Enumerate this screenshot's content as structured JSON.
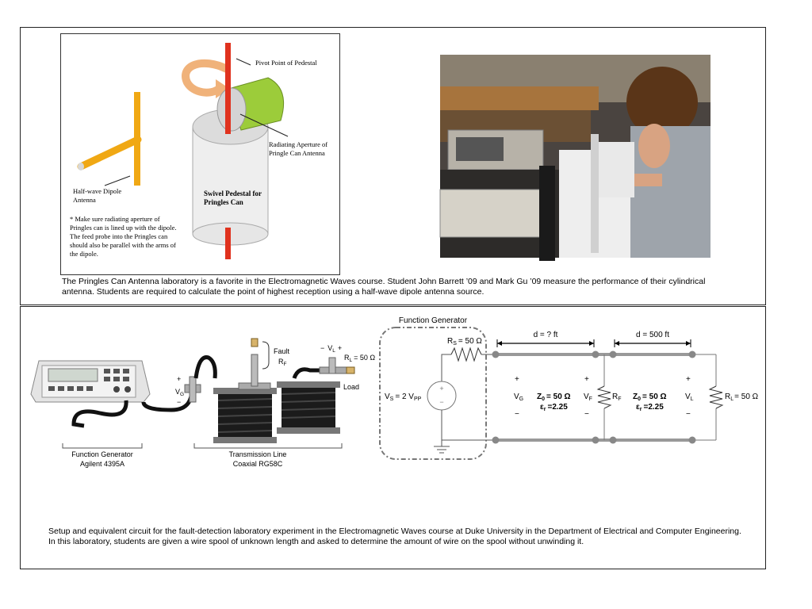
{
  "top_panel": {
    "diagram": {
      "pivot_label": "Pivot Point of Pedestal",
      "aperture_label": [
        "Radiating Aperture of",
        "Pringle Can Antenna"
      ],
      "dipole_label": [
        "Half-wave Dipole",
        "Antenna"
      ],
      "pedestal_label": [
        "Swivel Pedestal for",
        "Pringles Can"
      ],
      "note": [
        "* Make sure radiating aperture of",
        "Pringles can is lined up with the dipole.",
        "The feed probe into the Pringles can",
        "should also be parallel with the arms of",
        "the dipole."
      ]
    },
    "caption": "The Pringles Can Antenna laboratory is a favorite in the Electromagnetic Waves course.  Student John Barrett ’09 and Mark Gu ’09 measure the performance of their cylindrical antenna.  Students are required to calculate the point of highest reception using a half-wave dipole antenna source."
  },
  "bottom_panel": {
    "setup": {
      "fault_label": "Fault",
      "rf_label": "R",
      "rf_sub": "F",
      "vl_label": "V",
      "vl_sub": "L",
      "vl_minus": "−",
      "vl_plus": "+",
      "rl_label": "R",
      "rl_sub": "L",
      "rl_value": "= 50 Ω",
      "load_label": "Load",
      "vg_label": "V",
      "vg_sub": "G",
      "vg_plus": "+",
      "vg_minus": "−",
      "fg_label": [
        "Function Generator",
        "Agilent 4395A"
      ],
      "tl_label": [
        "Transmission Line",
        "Coaxial RG58C"
      ]
    },
    "circuit": {
      "fg_title": "Function Generator",
      "rs": {
        "sym": "R",
        "sub": "S",
        "value": "= 50 Ω"
      },
      "vs": {
        "sym": "V",
        "sub": "S",
        "value": "= 2 V",
        "unit_sub": "PP"
      },
      "seg1": {
        "length": "d = ? ft",
        "z": "Z",
        "z_sub": "0",
        "z_val": "= 50 Ω",
        "eps": "ε",
        "eps_sub": "r",
        "eps_val": "=2.25"
      },
      "seg2": {
        "length": "d = 500 ft",
        "z": "Z",
        "z_sub": "0",
        "z_val": "= 50 Ω",
        "eps": "ε",
        "eps_sub": "r",
        "eps_val": "=2.25"
      },
      "vg": {
        "sym": "V",
        "sub": "G"
      },
      "vf": {
        "sym": "V",
        "sub": "F"
      },
      "rf": {
        "sym": "R",
        "sub": "F"
      },
      "vl": {
        "sym": "V",
        "sub": "L"
      },
      "rl": {
        "sym": "R",
        "sub": "L",
        "value": "= 50 Ω"
      },
      "plus": "+",
      "minus": "−"
    },
    "caption": "Setup and equivalent circuit for the fault-detection laboratory experiment in the Electromagnetic Waves course at Duke University in the Department of Electrical and Computer Engineering.  In this laboratory, students are given a wire spool of unknown length and asked to determine the amount of wire on the spool without unwinding it."
  }
}
